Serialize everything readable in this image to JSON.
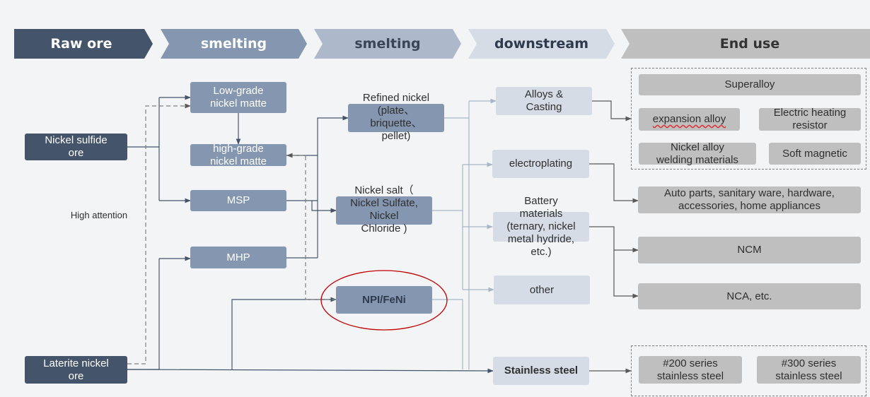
{
  "headers": [
    "Raw ore",
    "smelting",
    "smelting",
    "downstream",
    "End use"
  ],
  "raw_ore": {
    "sulfide": "Nickel sulfide\nore",
    "laterite": "Laterite nickel\nore",
    "note": "High attention"
  },
  "smelting1": {
    "low_grade": "Low-grade\nnickel matte",
    "high_grade": "high-grade\nnickel matte",
    "msp": "MSP",
    "mhp": "MHP"
  },
  "smelting2": {
    "refined": "Refined nickel\n(plate、\nbriquette、\npellet)",
    "salt": "Nickel salt（\nNickel Sulfate,\nNickel\nChloride )",
    "npi": "NPI/FeNi"
  },
  "downstream": {
    "alloys": "Alloys &\nCasting",
    "electroplating": "electroplating",
    "battery": "Battery\nmaterials\n(ternary, nickel\nmetal hydride,\netc.)",
    "other": "other",
    "stainless": "Stainless steel"
  },
  "end_use": {
    "superalloy": "Superalloy",
    "expansion": "expansion alloy",
    "heating": "Electric heating\nresistor",
    "welding": "Nickel alloy\nwelding materials",
    "soft_magnetic": "Soft magnetic",
    "auto": "Auto parts, sanitary ware, hardware,\naccessories, home appliances",
    "ncm": "NCM",
    "nca": "NCA, etc.",
    "s200": "#200 series\nstainless steel",
    "s300": "#300 series\nstainless steel"
  },
  "colors": {
    "dark": "#44546a",
    "medium": "#8496b0",
    "light": "#d6dce5",
    "gray": "#bfbfbf",
    "highlight": "#c00000"
  }
}
